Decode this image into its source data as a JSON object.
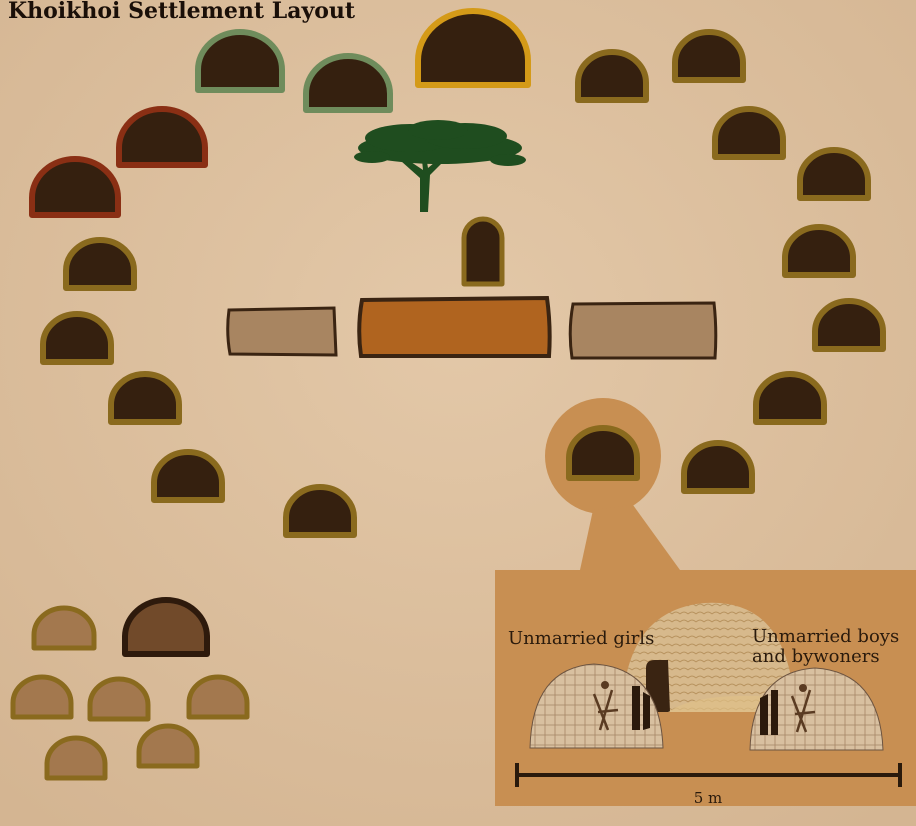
{
  "title": "Khoikhoi Settlement Layout",
  "inset": {
    "label_left": "Unmarried girls",
    "label_right_line1": "Unmarried boys",
    "label_right_line2": "and bywoners",
    "scale_label": "5 m"
  },
  "colors": {
    "background": "#dcc0a0",
    "hut_fill": "#35200f",
    "rim_default": "#8a6a1e",
    "rim_green": "#6f8c5c",
    "rim_red": "#8a2f14",
    "rim_gold": "#d49a18",
    "kraal_side": "#a88561",
    "kraal_center": "#b0641f",
    "tree": "#1f4d1f",
    "inset_bg": "#c88f52",
    "store_fill": "#a3784e",
    "store_rim": "#6b4a2a",
    "store_dark": "#714a2a",
    "store_dark_rim": "#2e1a0c"
  },
  "icons": [
    "acacia-tree-icon",
    "hut-icon",
    "dome-hut-icon"
  ]
}
